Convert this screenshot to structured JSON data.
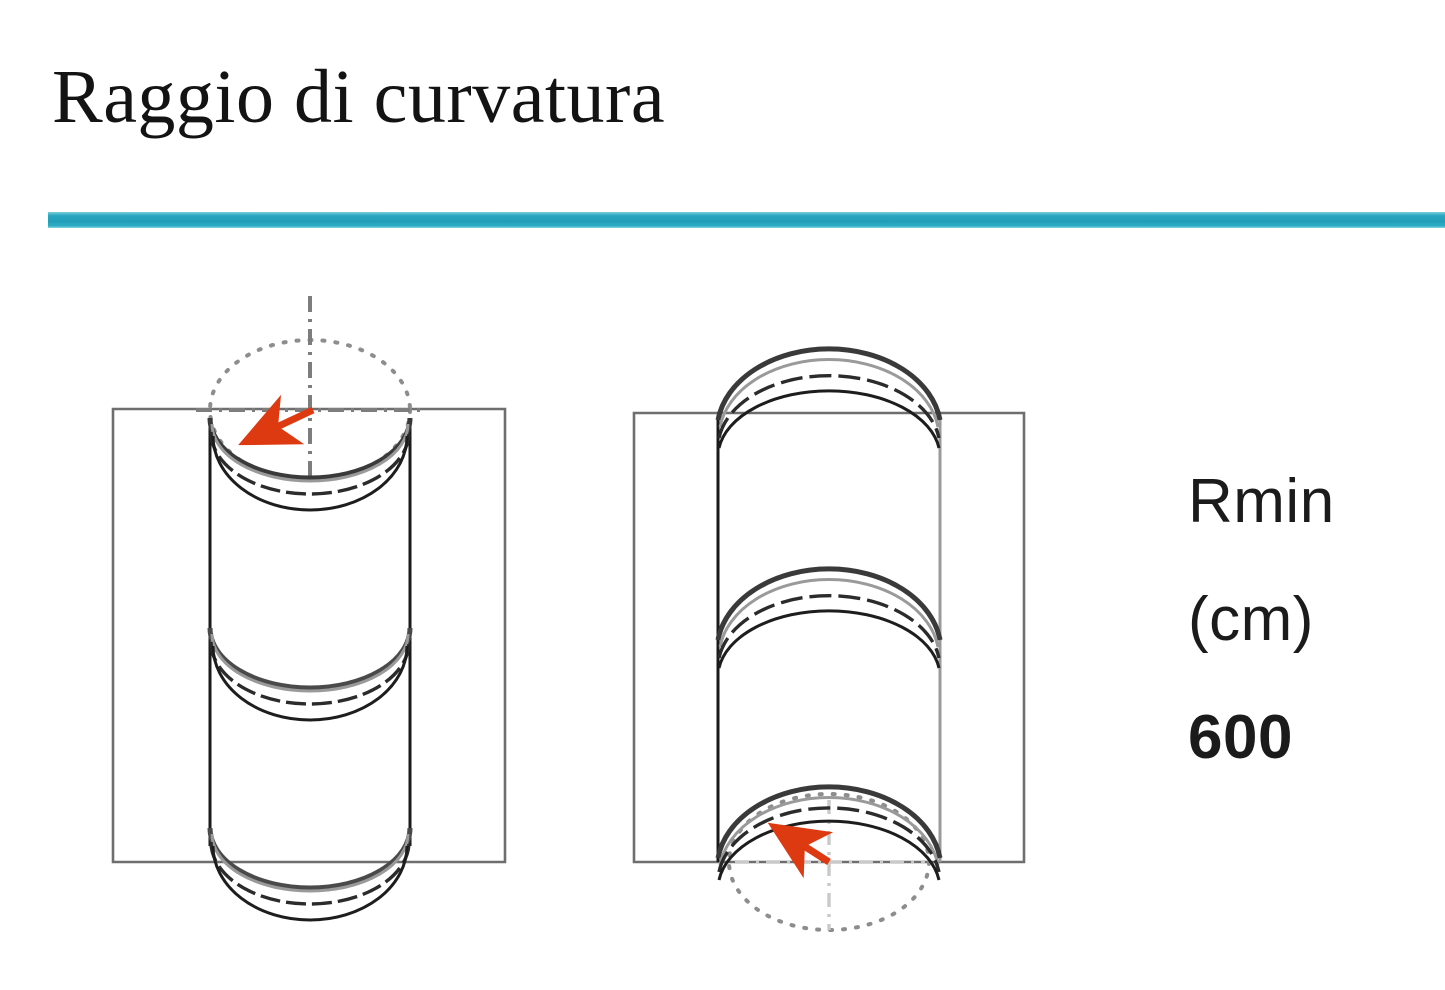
{
  "slide": {
    "title": "Raggio di curvatura",
    "background_color": "#ffffff",
    "accent_color": "#2aa7c0"
  },
  "divider": {
    "color": "#2aa7c0"
  },
  "legend": {
    "label": "Rmin",
    "unit": "(cm)",
    "value": "600"
  },
  "diagram": {
    "annotation_color": "#dd3a11",
    "line_color": "#1a1a1a",
    "frame_color": "#6e6e6e",
    "left_view": {
      "name": "vertical-pipe-front-view",
      "description": "Corrugated pipe shown straight inside a rectangular frame with radius arrow at top circular section",
      "segments": 3,
      "radius_arrow": "red arrow from centre of top circle toward rim"
    },
    "right_view": {
      "name": "bent-pipe-view",
      "description": "Same pipe bent showing arched joint bands inside rectangular frame with radius arrow at bottom ellipse",
      "segments": 3,
      "radius_arrow": "red arrow from centre of bottom ellipse toward arc"
    }
  }
}
